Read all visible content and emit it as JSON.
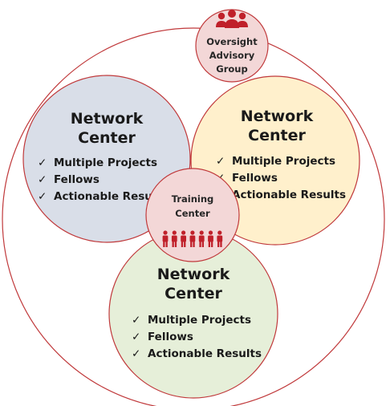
{
  "oversight": {
    "lines": [
      "Oversight",
      "Advisory",
      "Group"
    ],
    "icon": "people-group-icon"
  },
  "centers": [
    {
      "title_lines": [
        "Network",
        "Center"
      ],
      "items": [
        "Multiple Projects",
        "Fellows",
        "Actionable Results"
      ],
      "fill": "#d9dee8"
    },
    {
      "title_lines": [
        "Network",
        "Center"
      ],
      "items": [
        "Multiple Projects",
        "Fellows",
        "Actionable Results"
      ],
      "fill": "#fff0cc"
    },
    {
      "title_lines": [
        "Network",
        "Center"
      ],
      "items": [
        "Multiple Projects",
        "Fellows",
        "Actionable Results"
      ],
      "fill": "#e6efd9"
    }
  ],
  "training": {
    "lines": [
      "Training",
      "Center"
    ],
    "icon": "people-row-icon",
    "fill": "#f3d7d7"
  },
  "colors": {
    "outline": "#c0393b",
    "icon": "#c0202a",
    "text": "#1a1a1a"
  },
  "check_glyph": "✓"
}
